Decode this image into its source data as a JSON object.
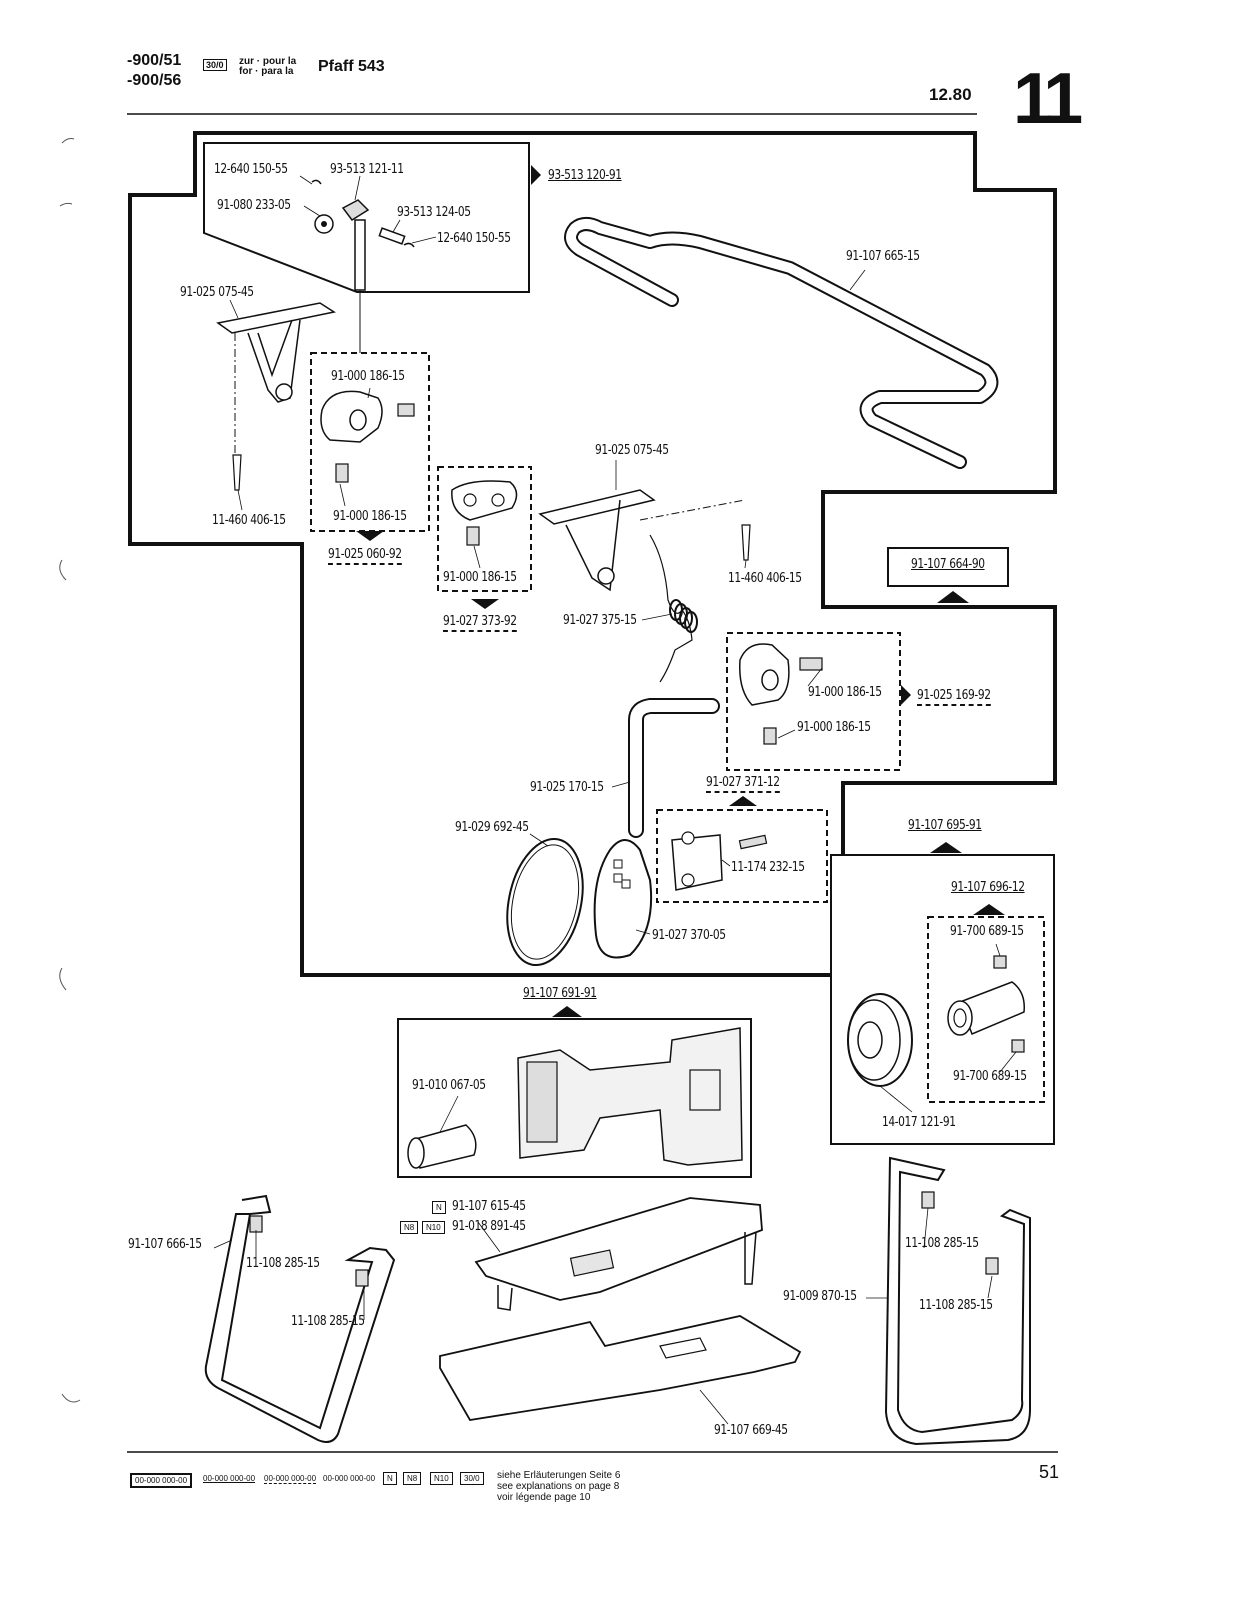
{
  "header": {
    "model_lines": [
      "-900/51",
      "-900/56"
    ],
    "badge": "30/0",
    "for_text_1": "zur · pour la",
    "for_text_2": "for · para la",
    "machine": "Pfaff 543",
    "date": "12.80",
    "page_group": "11"
  },
  "parts": {
    "p1": "12-640 150-55",
    "p2": "93-513 121-11",
    "p3": "91-080 233-05",
    "p4": "93-513 124-05",
    "p5": "12-640 150-55",
    "p6": "93-513 120-91",
    "p7": "91-107 665-15",
    "p8": "91-025 075-45",
    "p9": "91-000 186-15",
    "p10": "91-000 186-15",
    "p11": "11-460 406-15",
    "p12": "91-025 060-92",
    "p13": "91-000 186-15",
    "p14": "91-027 373-92",
    "p15": "91-025 075-45",
    "p16": "11-460 406-15",
    "p17": "91-027 375-15",
    "p18": "91-107 664-90",
    "p19": "91-000 186-15",
    "p20": "91-025 169-92",
    "p21": "91-000 186-15",
    "p22": "91-025 170-15",
    "p23": "91-027 371-12",
    "p24": "91-029 692-45",
    "p25": "11-174 232-15",
    "p26": "91-027 370-05",
    "p27": "91-107 695-91",
    "p28": "91-107 696-12",
    "p29": "91-700 689-15",
    "p30": "91-700 689-15",
    "p31": "14-017 121-91",
    "p32": "91-107 691-91",
    "p33": "91-010 067-05",
    "p34": "91-107 615-45",
    "p35": "91-018 891-45",
    "p36": "91-107 666-15",
    "p37": "11-108 285-15",
    "p38": "11-108 285-15",
    "p39": "91-107 669-45",
    "p40": "91-009 870-15",
    "p41": "11-108 285-15",
    "p42": "11-108 285-15"
  },
  "tags": {
    "n": "N",
    "n8": "N8",
    "n10": "N10"
  },
  "footer": {
    "legend_1": "00-000 000-00",
    "legend_2": "00-000 000-00",
    "legend_3": "00-000 000-00",
    "legend_4": "00-000 000-00",
    "legend_n": "N",
    "legend_n8": "N8",
    "legend_n10": "N10",
    "legend_300": "30/0",
    "note_de": "siehe Erläuterungen Seite 6",
    "note_en": "see explanations on page 8",
    "note_fr": "voir légende page 10",
    "page_number": "51"
  }
}
